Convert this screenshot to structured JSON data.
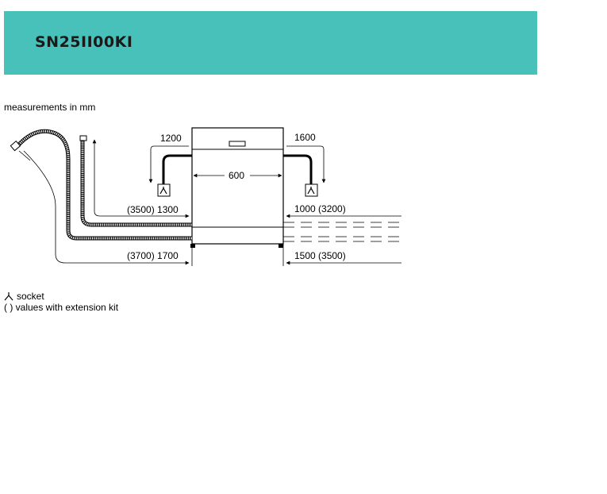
{
  "header": {
    "model": "SN25II00KI",
    "color": "#47c1b9"
  },
  "units_note": "measurements in mm",
  "dimensions": {
    "width": "600",
    "left_top": "1200",
    "right_top": "1600",
    "left_upper": "(3500) 1300",
    "left_lower": "(3700) 1700",
    "right_upper": "1000 (3200)",
    "right_lower": "1500 (3500)"
  },
  "legend": {
    "socket_label": "socket",
    "extension_label": "( ) values with extension kit"
  },
  "icons": [
    "socket-icon",
    "hose-icon",
    "dishwasher-icon",
    "faucet-icon"
  ]
}
